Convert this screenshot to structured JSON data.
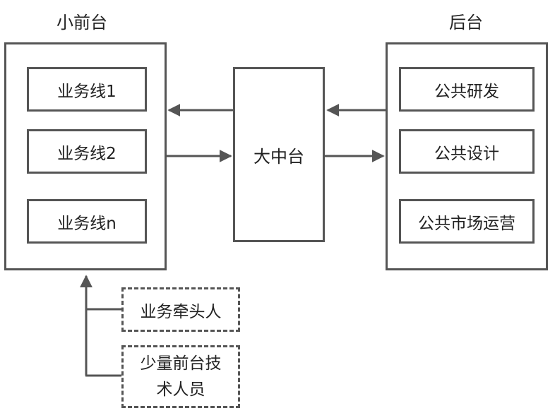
{
  "front": {
    "title": "小前台",
    "items": [
      "业务线1",
      "业务线2",
      "业务线n"
    ]
  },
  "middle": {
    "title": "大中台"
  },
  "back": {
    "title": "后台",
    "items": [
      "公共研发",
      "公共设计",
      "公共市场运营"
    ]
  },
  "support": {
    "business_lead": "业务牵头人",
    "tech_line1": "少量前台技",
    "tech_line2": "术人员"
  },
  "colors": {
    "stroke": "#555555",
    "text": "#222222"
  }
}
